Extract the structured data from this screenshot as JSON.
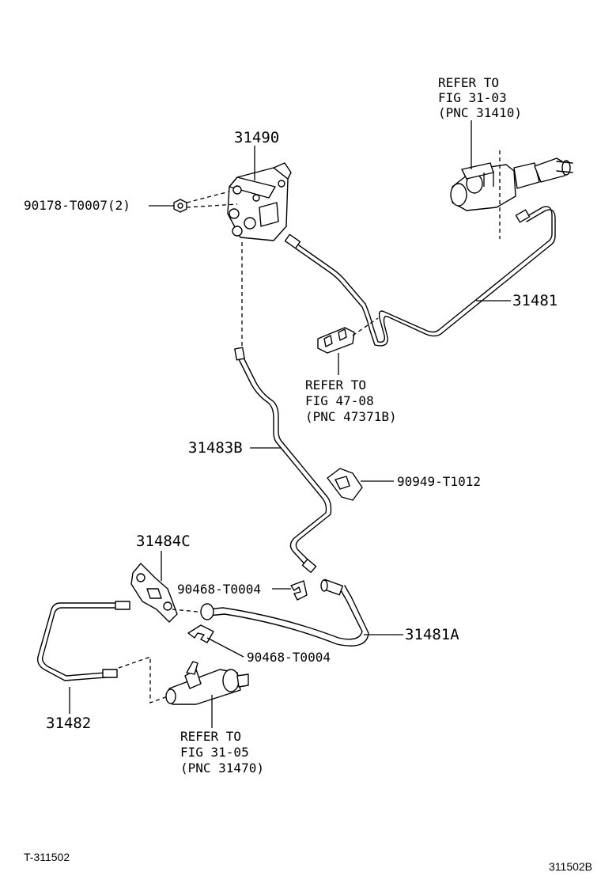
{
  "labels": {
    "refer_master_1": "REFER TO",
    "refer_master_2": "FIG 31-03",
    "refer_master_3": "(PNC 31410)",
    "pn_31490": "31490",
    "pn_90178": "90178-T0007(2)",
    "pn_31481": "31481",
    "refer_bracket_1": "REFER TO",
    "refer_bracket_2": "FIG 47-08",
    "refer_bracket_3": "(PNC 47371B)",
    "pn_31483b": "31483B",
    "pn_90949": "90949-T1012",
    "pn_31484c": "31484C",
    "pn_90468_a": "90468-T0004",
    "pn_31481a": "31481A",
    "pn_90468_b": "90468-T0004",
    "pn_31482": "31482",
    "refer_release_1": "REFER TO",
    "refer_release_2": "FIG 31-05",
    "refer_release_3": "(PNC 31470)",
    "footer_left": "T-311502",
    "footer_right": "311502B"
  }
}
